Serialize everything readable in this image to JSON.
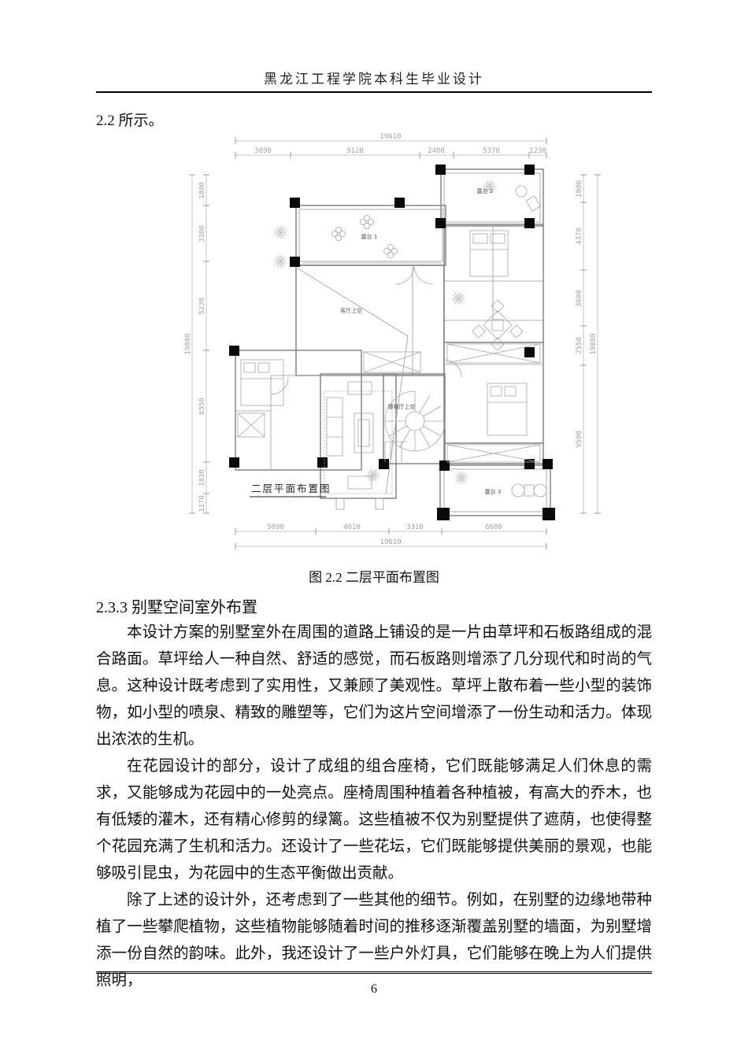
{
  "page": {
    "header": "黑龙江工程学院本科生毕业设计",
    "intro": "2.2 所示。",
    "page_number": "6"
  },
  "figure": {
    "caption": "图 2.2 二层平面布置图",
    "plan_title": "二层平面布置图",
    "rooms": {
      "terrace1": "露台 1",
      "terrace2": "露台 2",
      "terrace3": "露台 3",
      "living_void": "客厅上空",
      "stair_void": "楼梯厅上空"
    },
    "dims": {
      "top_total": "19610",
      "top": [
        "3890",
        "9120",
        "2400",
        "5370",
        "1230"
      ],
      "bottom_total": "19610",
      "bottom": [
        "5090",
        "4610",
        "3310",
        "6600"
      ],
      "left_total": "19880",
      "left": [
        "1800",
        "3300",
        "5230",
        "6550",
        "1830",
        "1170"
      ],
      "right_total": "19880",
      "right": [
        "1800",
        "4370",
        "3600",
        "2550",
        "9590"
      ]
    }
  },
  "section": {
    "heading": "2.3.3 别墅空间室外布置",
    "paragraphs": [
      "本设计方案的别墅室外在周围的道路上铺设的是一片由草坪和石板路组成的混合路面。草坪给人一种自然、舒适的感觉，而石板路则增添了几分现代和时尚的气息。这种设计既考虑到了实用性，又兼顾了美观性。草坪上散布着一些小型的装饰物，如小型的喷泉、精致的雕塑等，它们为这片空间增添了一份生动和活力。体现出浓浓的生机。",
      "在花园设计的部分，设计了成组的组合座椅，它们既能够满足人们休息的需求，又能够成为花园中的一处亮点。座椅周围种植着各种植被，有高大的乔木，也有低矮的灌木，还有精心修剪的绿篱。这些植被不仅为别墅提供了遮荫，也使得整个花园充满了生机和活力。还设计了一些花坛，它们既能够提供美丽的景观，也能够吸引昆虫，为花园中的生态平衡做出贡献。",
      "除了上述的设计外，还考虑到了一些其他的细节。例如，在别墅的边缘地带种植了一些攀爬植物，这些植物能够随着时间的推移逐渐覆盖别墅的墙面，为别墅增添一份自然的韵味。此外，我还设计了一些户外灯具，它们能够在晚上为人们提供照明，"
    ]
  }
}
